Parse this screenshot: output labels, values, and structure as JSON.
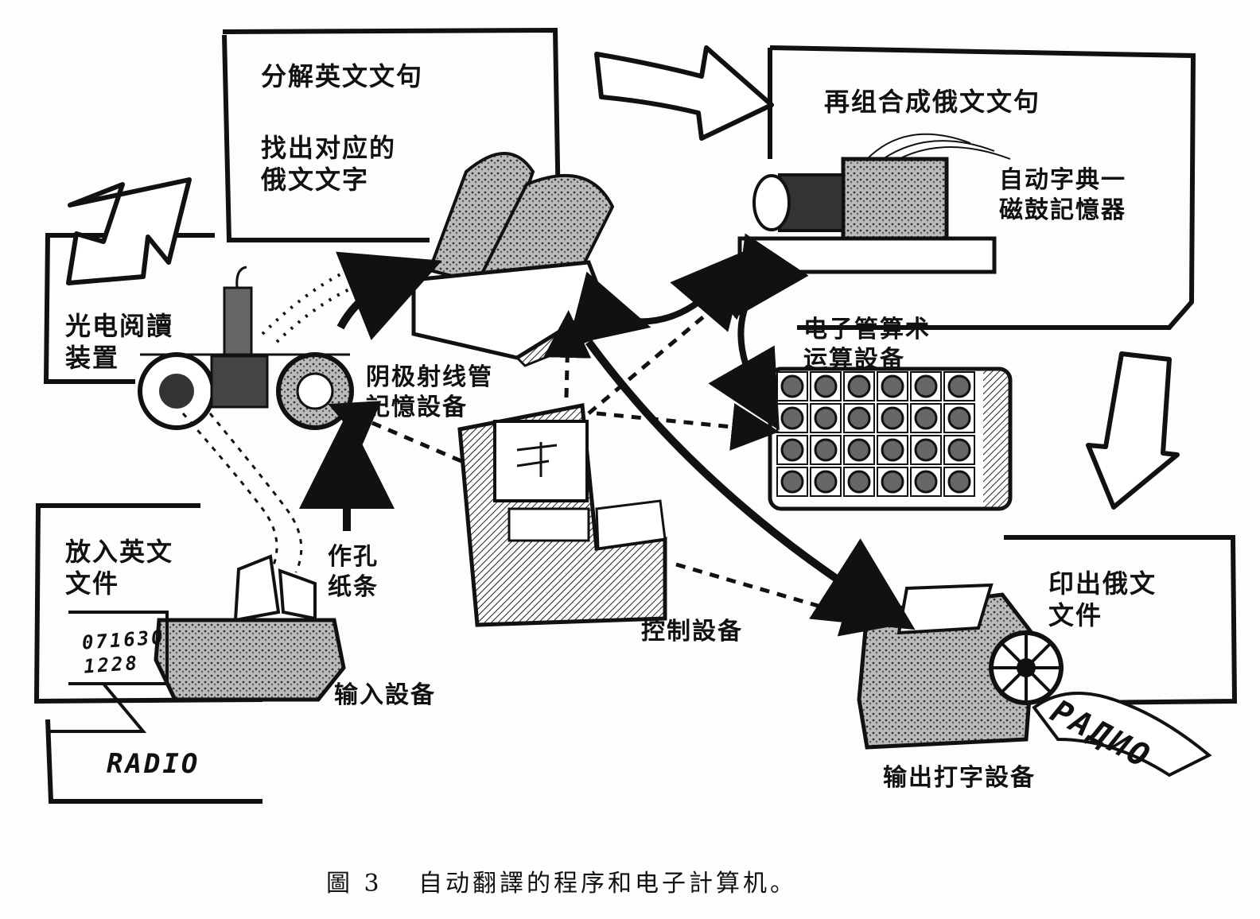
{
  "labels": {
    "decompose": "分解英文文句",
    "find_words": "找出对应的\n俄文文字",
    "recompose": "再组合成俄文文句",
    "dictionary": "自动字典一\n磁鼓記憶器",
    "photo_reader": "光电阅讀\n装置",
    "crt_memory": "阴极射线管\n記憶設备",
    "arithmetic": "电子管算术\n运算設备",
    "input_doc": "放入英文\n文件",
    "punch_tape": "作孔\n纸条",
    "input_device": "输入設备",
    "control": "控制設备",
    "print_doc": "印出俄文\n文件",
    "output_device": "输出打字設备"
  },
  "texts": {
    "doc_number": "071630\n1228",
    "radio_en": "RADIO",
    "radio_ru": "PAДИО"
  },
  "caption": {
    "figure": "圖 3",
    "title": "自动翻譯的程序和电子計算机。"
  }
}
